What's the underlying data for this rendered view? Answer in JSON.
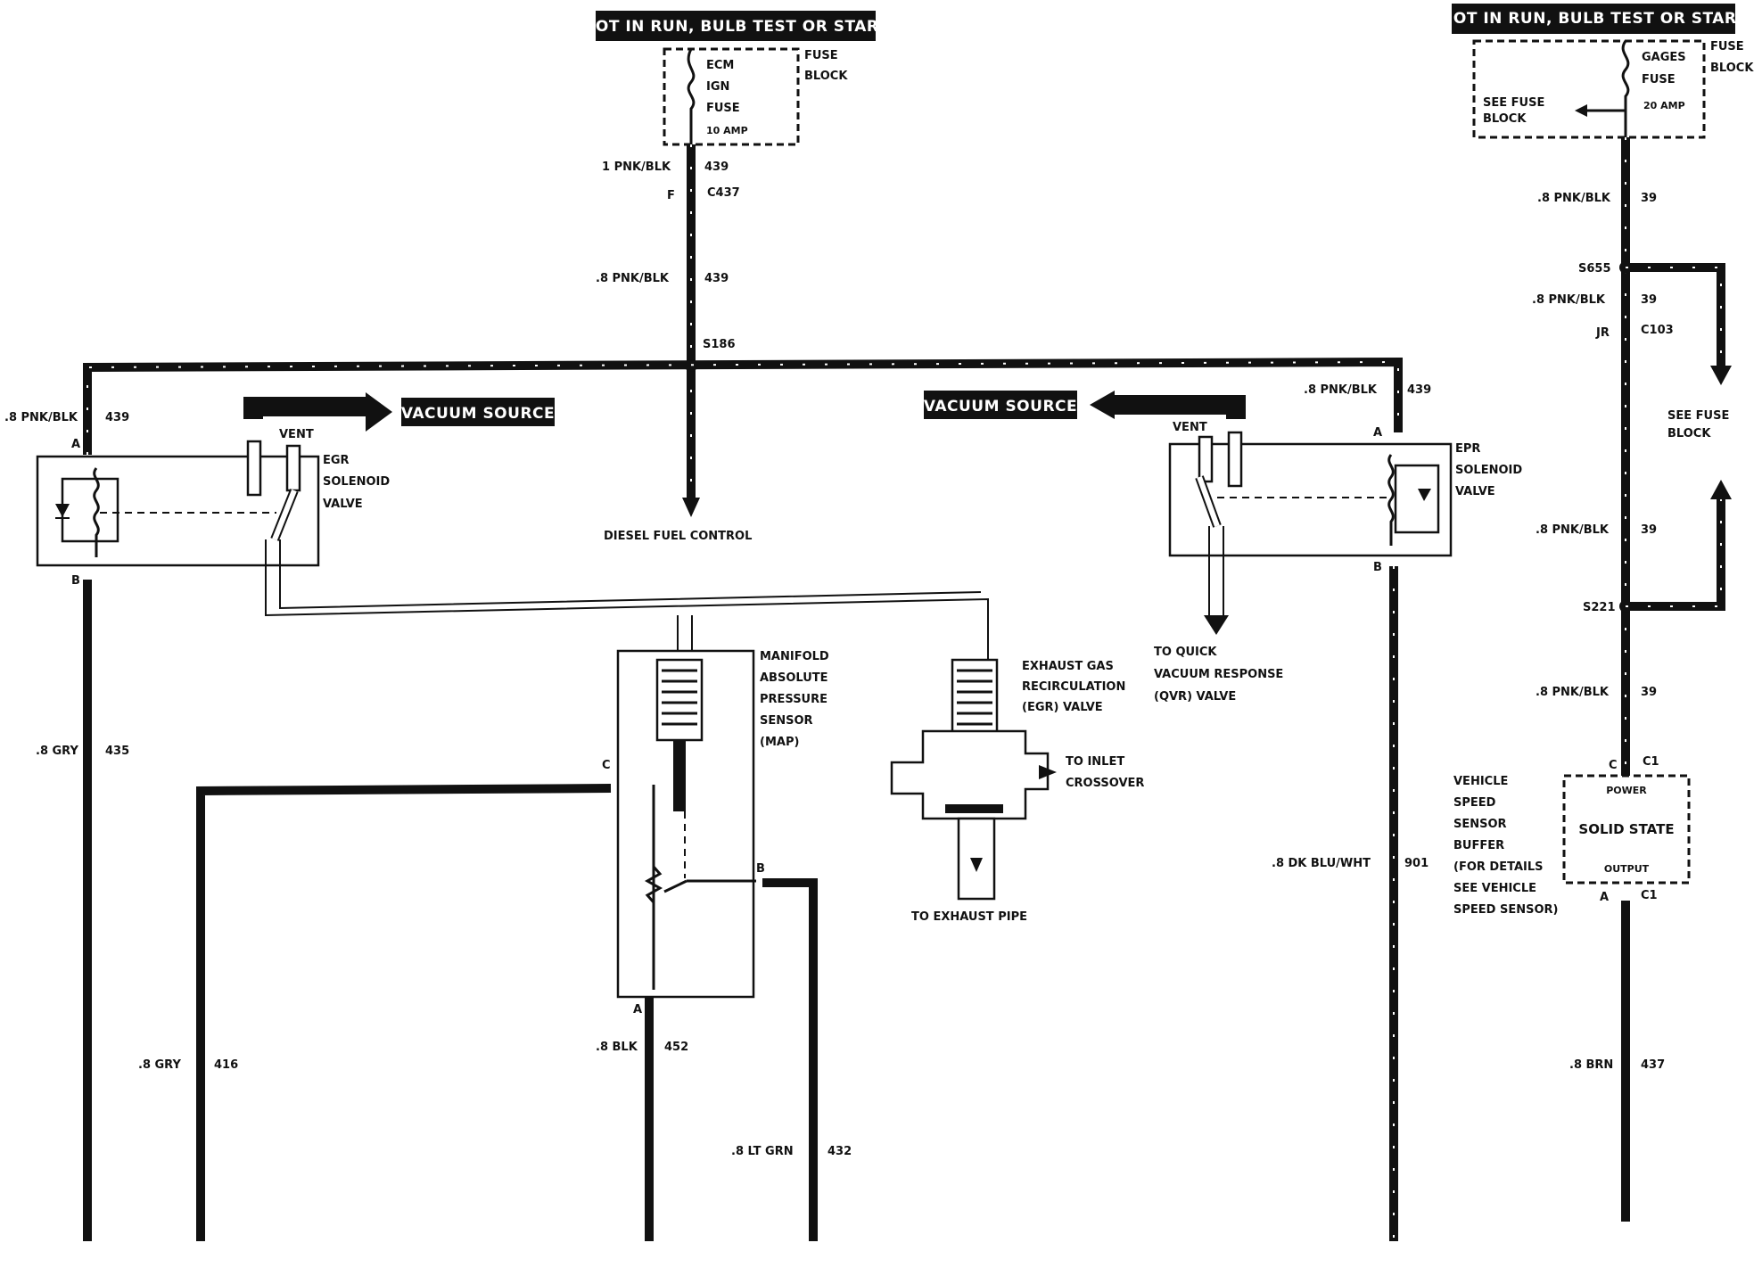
{
  "headers": {
    "left": "HOT IN RUN, BULB TEST OR START",
    "right": "HOT IN RUN, BULB TEST OR START"
  },
  "fuse_block_left": {
    "fuse_lines": [
      "ECM",
      "IGN",
      "FUSE"
    ],
    "amp": "10 AMP",
    "block_label": [
      "FUSE",
      "BLOCK"
    ]
  },
  "fuse_block_right": {
    "fuse_lines": [
      "GAGES",
      "FUSE"
    ],
    "amp": "20 AMP",
    "block_label": [
      "FUSE",
      "BLOCK"
    ],
    "see_label": [
      "SEE FUSE",
      "BLOCK"
    ]
  },
  "wires": {
    "w439_top": {
      "gauge": "1 PNK/BLK",
      "circuit": "439"
    },
    "c437": {
      "pin": "F",
      "connector": "C437"
    },
    "w439_mid": {
      "gauge": ".8 PNK/BLK",
      "circuit": "439"
    },
    "s186": "S186",
    "diesel": "DIESEL FUEL CONTROL",
    "w439_left": {
      "gauge": ".8 PNK/BLK",
      "circuit": "439"
    },
    "w439_right": {
      "gauge": ".8 PNK/BLK",
      "circuit": "439"
    },
    "w435": {
      "gauge": ".8 GRY",
      "circuit": "435"
    },
    "w416": {
      "gauge": ".8 GRY",
      "circuit": "416"
    },
    "w452": {
      "gauge": ".8 BLK",
      "circuit": "452"
    },
    "w432": {
      "gauge": ".8 LT GRN",
      "circuit": "432"
    },
    "w901": {
      "gauge": ".8 DK BLU/WHT",
      "circuit": "901"
    },
    "w39_a": {
      "gauge": ".8 PNK/BLK",
      "circuit": "39"
    },
    "s655": "S655",
    "w39_b": {
      "gauge": ".8 PNK/BLK",
      "circuit": "39"
    },
    "c103": {
      "pin": "JR",
      "connector": "C103"
    },
    "w39_c": {
      "gauge": ".8 PNK/BLK",
      "circuit": "39"
    },
    "s221": "S221",
    "w39_d": {
      "gauge": ".8 PNK/BLK",
      "circuit": "39"
    },
    "w437": {
      "gauge": ".8 BRN",
      "circuit": "437"
    },
    "see_fuse_block_right": [
      "SEE FUSE",
      "BLOCK"
    ]
  },
  "egr_solenoid": {
    "label": [
      "EGR",
      "SOLENOID",
      "VALVE"
    ],
    "vent": "VENT",
    "vacuum": "VACUUM SOURCE",
    "pin_a": "A",
    "pin_b": "B"
  },
  "epr_solenoid": {
    "label": [
      "EPR",
      "SOLENOID",
      "VALVE"
    ],
    "vent": "VENT",
    "vacuum": "VACUUM SOURCE",
    "pin_a": "A",
    "pin_b": "B",
    "qvr": [
      "TO QUICK",
      "VACUUM RESPONSE",
      "(QVR) VALVE"
    ]
  },
  "map_sensor": {
    "label": [
      "MANIFOLD",
      "ABSOLUTE",
      "PRESSURE",
      "SENSOR",
      "(MAP)"
    ],
    "pin_c": "C",
    "pin_b": "B",
    "pin_a": "A"
  },
  "egr_valve": {
    "label": [
      "EXHAUST GAS",
      "RECIRCULATION",
      "(EGR) VALVE"
    ],
    "inlet": [
      "TO INLET",
      "CROSSOVER"
    ],
    "exhaust": "TO EXHAUST PIPE"
  },
  "vss_buffer": {
    "label": [
      "VEHICLE",
      "SPEED",
      "SENSOR",
      "BUFFER",
      "(FOR DETAILS",
      "SEE VEHICLE",
      "SPEED SENSOR)"
    ],
    "power": "POWER",
    "solid_state": "SOLID STATE",
    "output": "OUTPUT",
    "top_pin": "C",
    "top_conn": "C1",
    "bot_pin": "A",
    "bot_conn": "C1"
  }
}
